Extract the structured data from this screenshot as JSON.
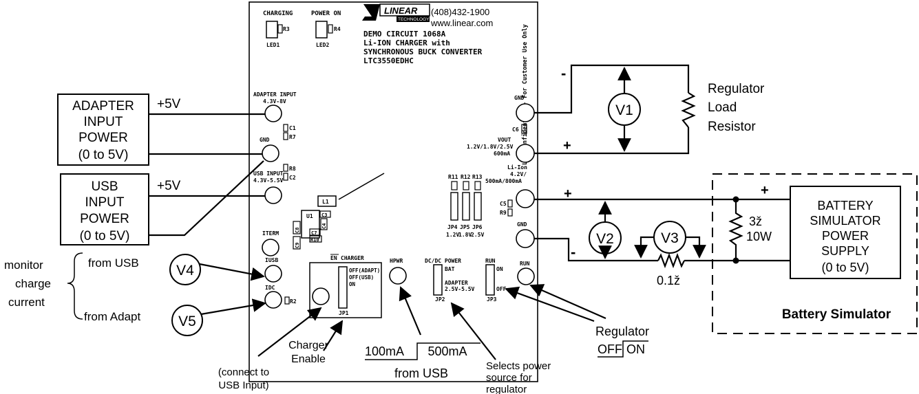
{
  "board": {
    "charging": "CHARGING",
    "power_on": "POWER ON",
    "r3": "R3",
    "r4": "R4",
    "led1": "LED1",
    "led2": "LED2",
    "logo": "LINEAR",
    "logo_sub": "TECHNOLOGY",
    "phone": "(408)432-1900",
    "url": "www.linear.com",
    "title1": "DEMO CIRCUIT 1068A",
    "title2": "Li-ION CHARGER with",
    "title3": "SYNCHRONOUS BUCK CONVERTER",
    "title4": "LTC3550EDHC",
    "confidential": "LTC Confidential - For Customer Use Only",
    "adapter_input": "ADAPTER INPUT",
    "adapter_range": "4.3V-8V",
    "c1": "C1",
    "r7": "R7",
    "gnd_left": "GND",
    "usb_input": "USB INPUT",
    "usb_range": "4.3V-5.5V",
    "r8": "R8",
    "c2": "C2",
    "iterm": "ITERM",
    "iusb": "IUSB",
    "idc": "IDC",
    "r2": "R2",
    "l1": "L1",
    "u1": "U1",
    "c8": "C8",
    "c3": "C3",
    "c9": "C9",
    "c7": "C7",
    "c4": "C4",
    "r10": "R10",
    "en_bar": "EN",
    "charger": "CHARGER",
    "off_adapt": "OFF(ADAPT)",
    "off_usb": "OFF(USB)",
    "on": "ON",
    "jp1": "JP1",
    "hpwr": "HPWR",
    "dcdc_power": "DC/DC POWER",
    "bat": "BAT",
    "adapter_jp2": "ADAPTER",
    "adapter_jp2_range": "2.5V-5.5V",
    "jp2": "JP2",
    "run_jp3": "RUN",
    "on_jp3": "ON",
    "off_jp3": "OFF",
    "jp3": "JP3",
    "run_term": "RUN",
    "r11": "R11",
    "r12": "R12",
    "r13": "R13",
    "jp4": "JP4",
    "jp5": "JP5",
    "jp6": "JP6",
    "v12": "1.2V",
    "v18": "1.8V",
    "v25": "2.5V",
    "gnd_top": "GND",
    "c6": "C6",
    "vout": "VOUT",
    "vout_range": "1.2V/1.8V/2.5V",
    "vout_current": "600mA",
    "liion": "Li-Ion",
    "liion_v": "4.2V/",
    "liion_i": "500mA/800mA",
    "c5": "C5",
    "r9": "R9",
    "gnd_batt": "GND"
  },
  "external": {
    "adapter_box": [
      "ADAPTER",
      "INPUT",
      "POWER",
      "(0 to 5V)"
    ],
    "adapter_v": "+5V",
    "usb_box": [
      "USB",
      "INPUT",
      "POWER",
      "(0 to 5V)"
    ],
    "usb_v": "+5V",
    "monitor": [
      "monitor",
      "charge",
      "current"
    ],
    "from_usb": "from USB",
    "from_adapt": "from Adapt",
    "v1": "V1",
    "v2": "V2",
    "v3": "V3",
    "v4": "V4",
    "v5": "V5",
    "reg_load": [
      "Regulator",
      "Load",
      "Resistor"
    ],
    "minus_top": "-",
    "plus_top": "+",
    "plus_batt": "+",
    "minus_batt": "-",
    "plus_sim": "+",
    "res_3": "3ž",
    "res_10w": "10W",
    "res_01": "0.1ž",
    "sim_box": [
      "BATTERY",
      "SIMULATOR",
      "POWER",
      "SUPPLY",
      "(0 to 5V)"
    ],
    "battery_simulator": "Battery Simulator",
    "connect_usb": [
      "(connect to",
      "USB Input)"
    ],
    "charger_enable": [
      "Charger",
      "Enable"
    ],
    "hpwr_100": "100mA",
    "hpwr_500": "500mA",
    "from_usb_bottom": "from USB",
    "selects": [
      "Selects power",
      "source for",
      "regulator"
    ],
    "regulator": "Regulator",
    "off": "OFF",
    "on": "ON"
  }
}
